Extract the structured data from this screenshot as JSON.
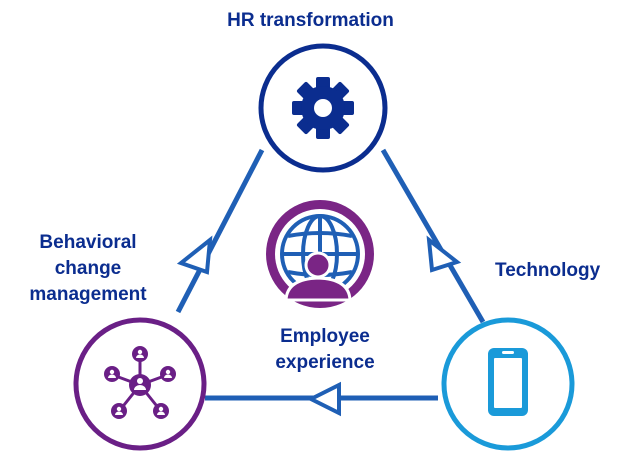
{
  "colors": {
    "hr": "#0b2d8f",
    "technology": "#1a9ad9",
    "behavioral": "#6a1f86",
    "employee": "#7a2585",
    "edge": "#1f5fb5",
    "label": "#0b2d8f"
  },
  "nodes": {
    "hr": {
      "label": "HR transformation",
      "icon": "gear-icon"
    },
    "technology": {
      "label": "Technology",
      "icon": "smartphone-icon"
    },
    "behavioral": {
      "label_lines": [
        "Behavioral",
        "change",
        "management"
      ],
      "icon": "network-people-icon"
    },
    "employee": {
      "label_lines": [
        "Employee",
        "experience"
      ],
      "icon": "globe-person-icon"
    }
  }
}
